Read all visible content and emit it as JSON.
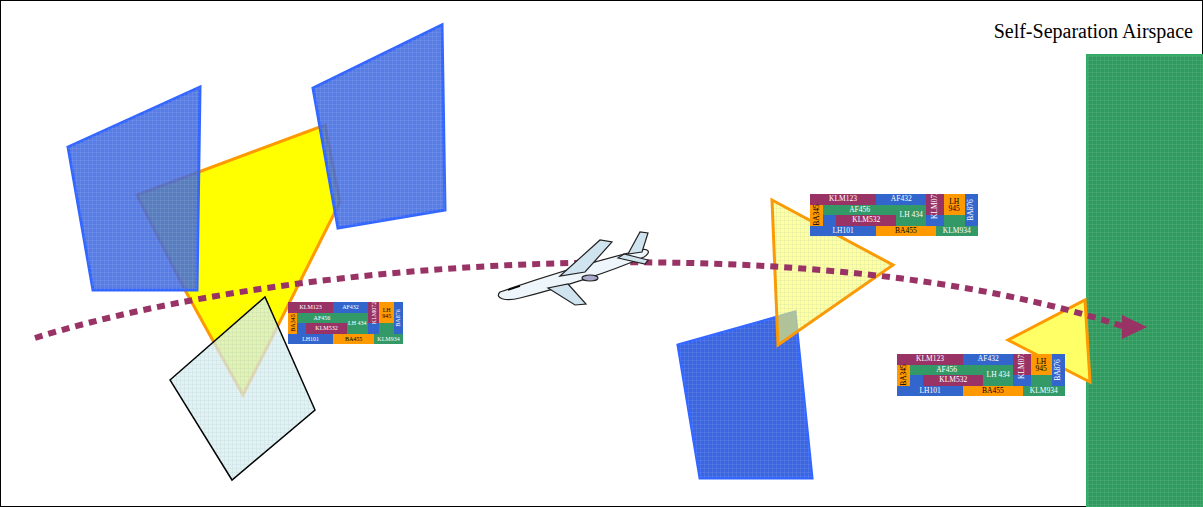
{
  "diagram": {
    "title": "Self-Separation Airspace",
    "labels": [
      "KLM123",
      "AF432",
      "KLM072",
      "LH 945",
      "BA876",
      "BA345",
      "AF456",
      "LH 434",
      "KLM532",
      "LH101",
      "BA455",
      "KLM934",
      "KLM123",
      "AF432",
      "KLM072",
      "LH 945",
      "BA876",
      "BA345",
      "AF456",
      "LH 434",
      "KLM532",
      "LH101",
      "BA455",
      "KLM934",
      "KLM123",
      "AF432",
      "KLM072",
      "LH 945",
      "BA876",
      "BA345",
      "AF456",
      "LH 434",
      "KLM532",
      "LH101",
      "BA455",
      "KLM934"
    ]
  }
}
